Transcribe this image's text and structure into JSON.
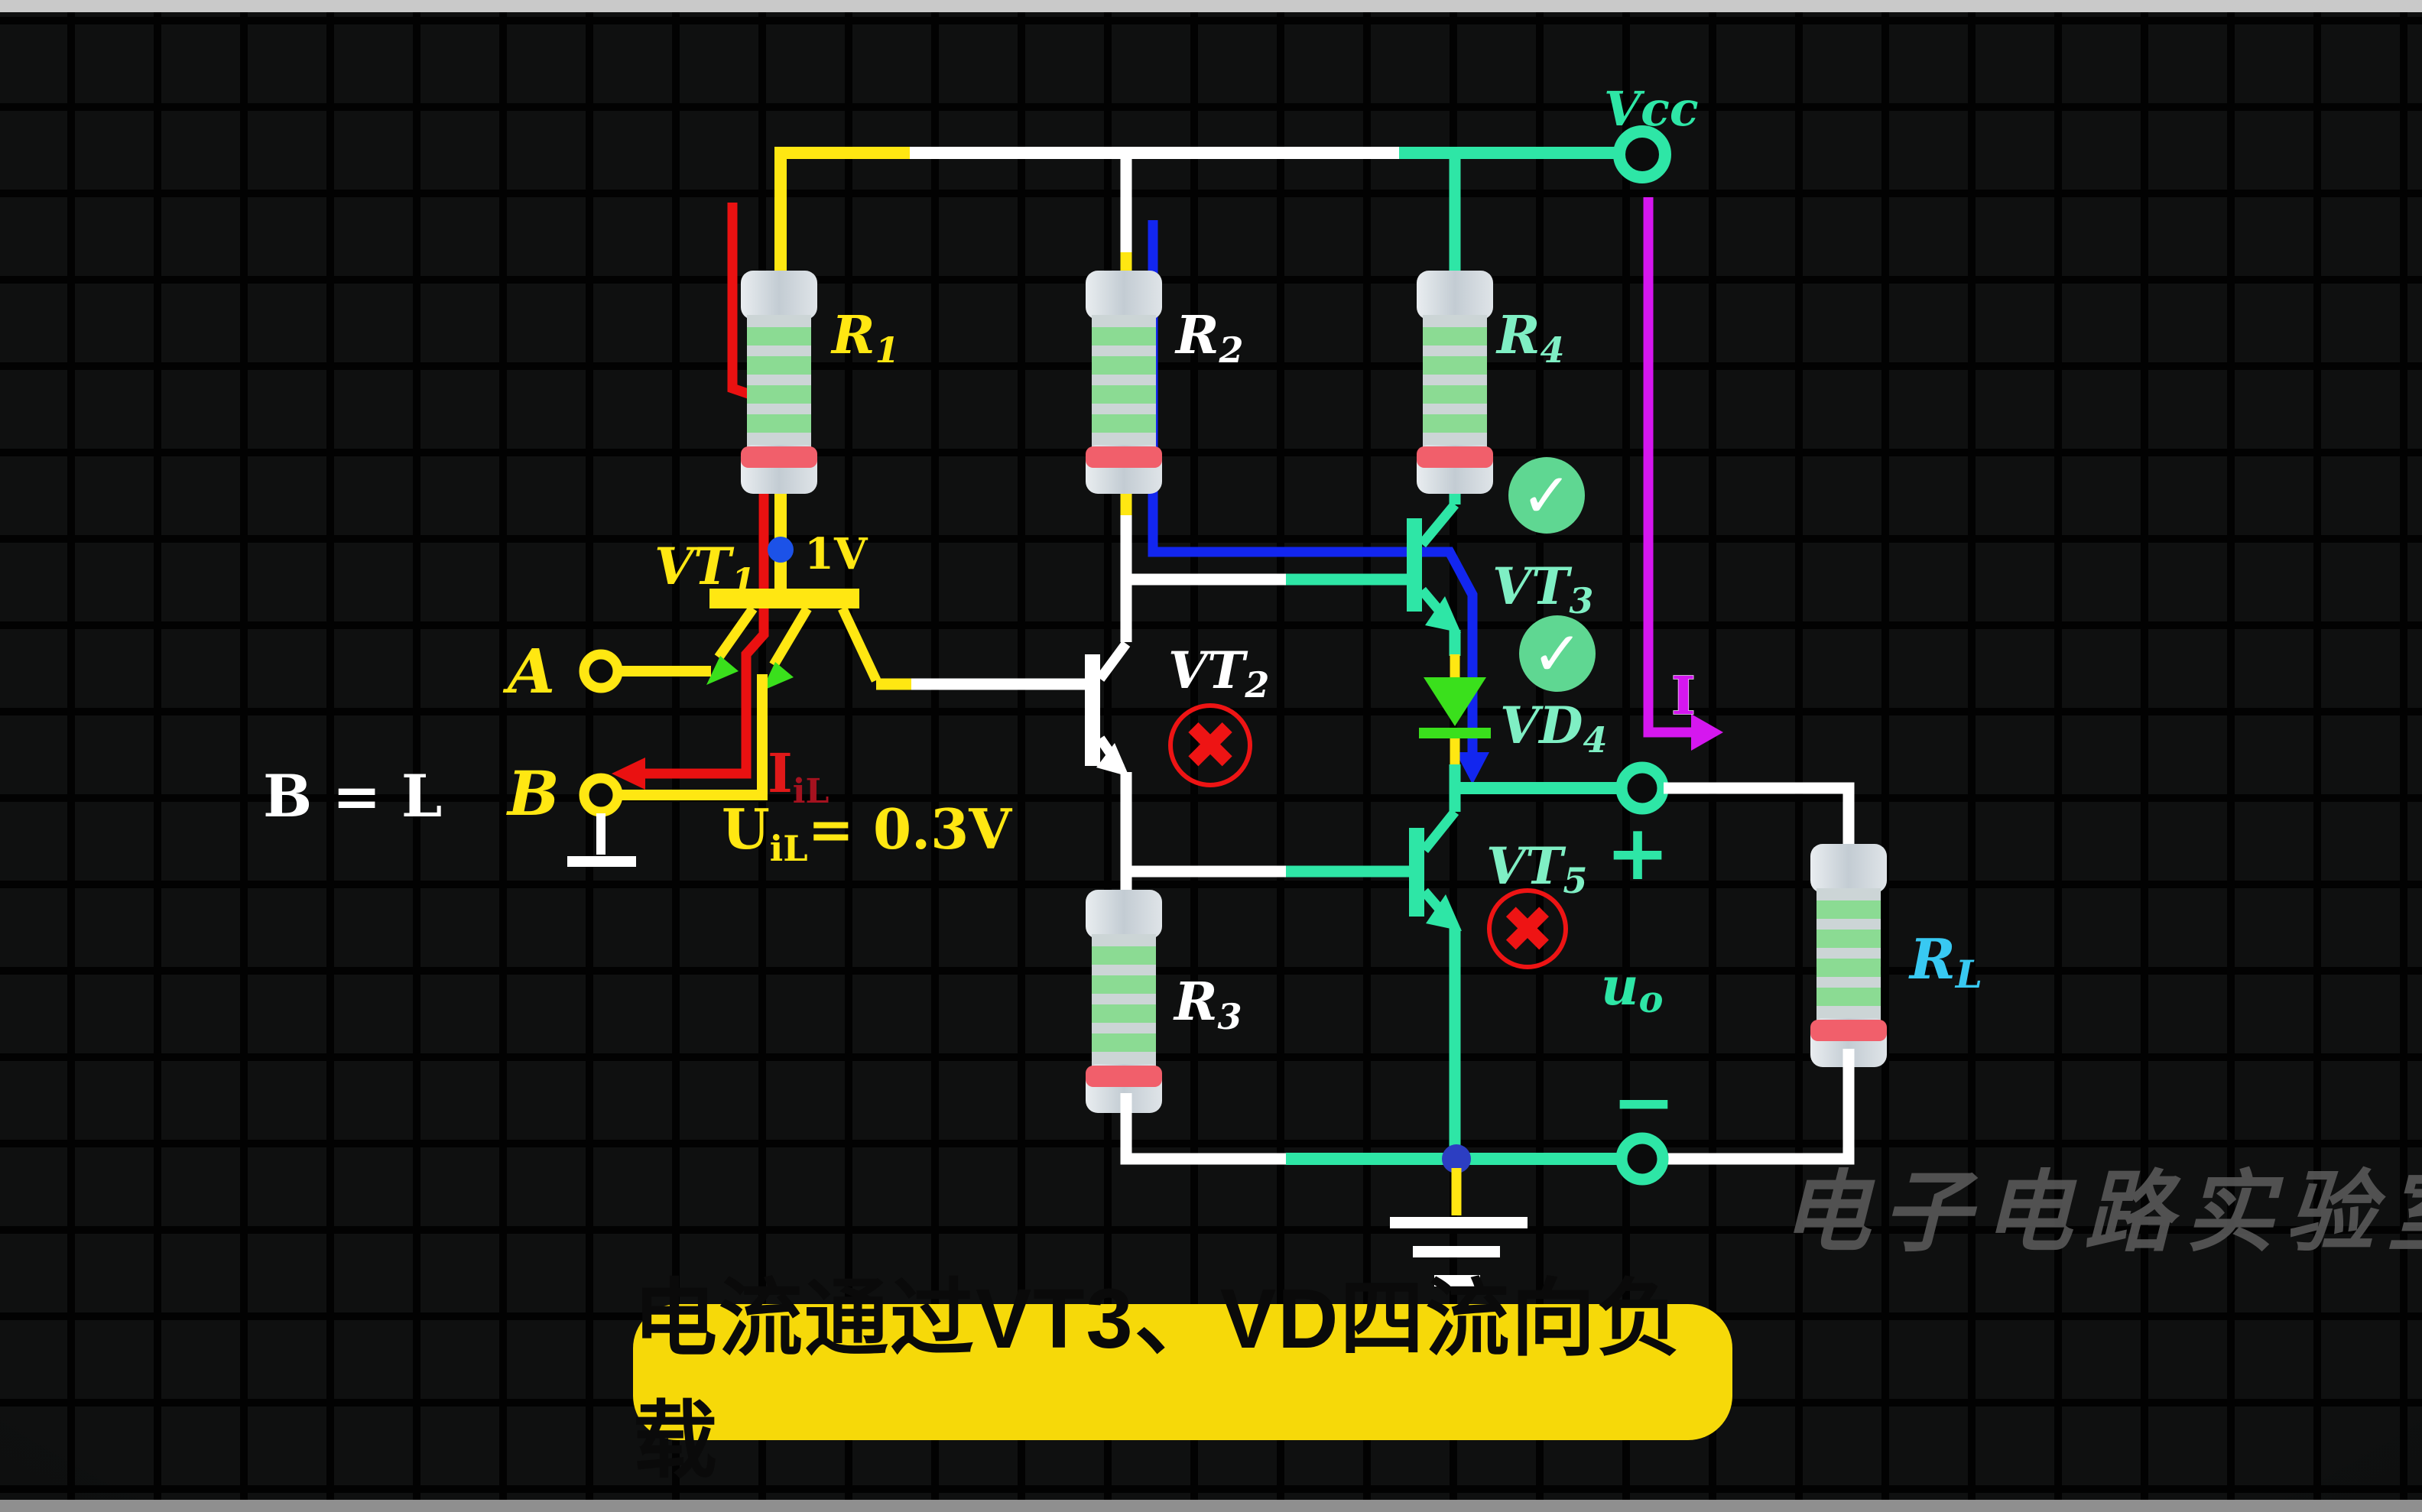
{
  "caption": {
    "text": "电流通过VT3、VD四流向负载"
  },
  "watermark": {
    "text": "电子电路实验室"
  },
  "power": {
    "vcc_label": "Vcc"
  },
  "components": {
    "r1": {
      "main": "R",
      "sub": "1"
    },
    "r2": {
      "main": "R",
      "sub": "2"
    },
    "r3": {
      "main": "R",
      "sub": "3"
    },
    "r4": {
      "main": "R",
      "sub": "4"
    },
    "rl": {
      "main": "R",
      "sub": "L"
    },
    "vt1": {
      "main": "VT",
      "sub": "1"
    },
    "vt2": {
      "main": "VT",
      "sub": "2"
    },
    "vt3": {
      "main": "VT",
      "sub": "3"
    },
    "vt5": {
      "main": "VT",
      "sub": "5"
    },
    "vd4": {
      "main": "VD",
      "sub": "4"
    }
  },
  "inputs": {
    "a_label": "A",
    "b_label": "B",
    "b_state": "B = L"
  },
  "annotations": {
    "node_voltage": "1V",
    "input_current": {
      "main": "I",
      "sub": "iL"
    },
    "input_voltage": {
      "main": "U",
      "sub": "iL",
      "rest": "= 0.3V"
    },
    "load_current": "I",
    "output_voltage": {
      "main": "u",
      "sub": "o"
    },
    "plus": "+",
    "minus": "−",
    "check_glyph": "✓",
    "cross_glyph": "✖"
  },
  "colors": {
    "yellow": "#ffe712",
    "red": "#ea1111",
    "blue": "#1226ef",
    "mint": "#2ee6a6",
    "green": "#3ae01c",
    "magenta": "#d517ef",
    "cyan": "#38c9f2",
    "white": "#ffffff",
    "caption_bg": "#f6d909",
    "check_bg": "#5fd792"
  }
}
